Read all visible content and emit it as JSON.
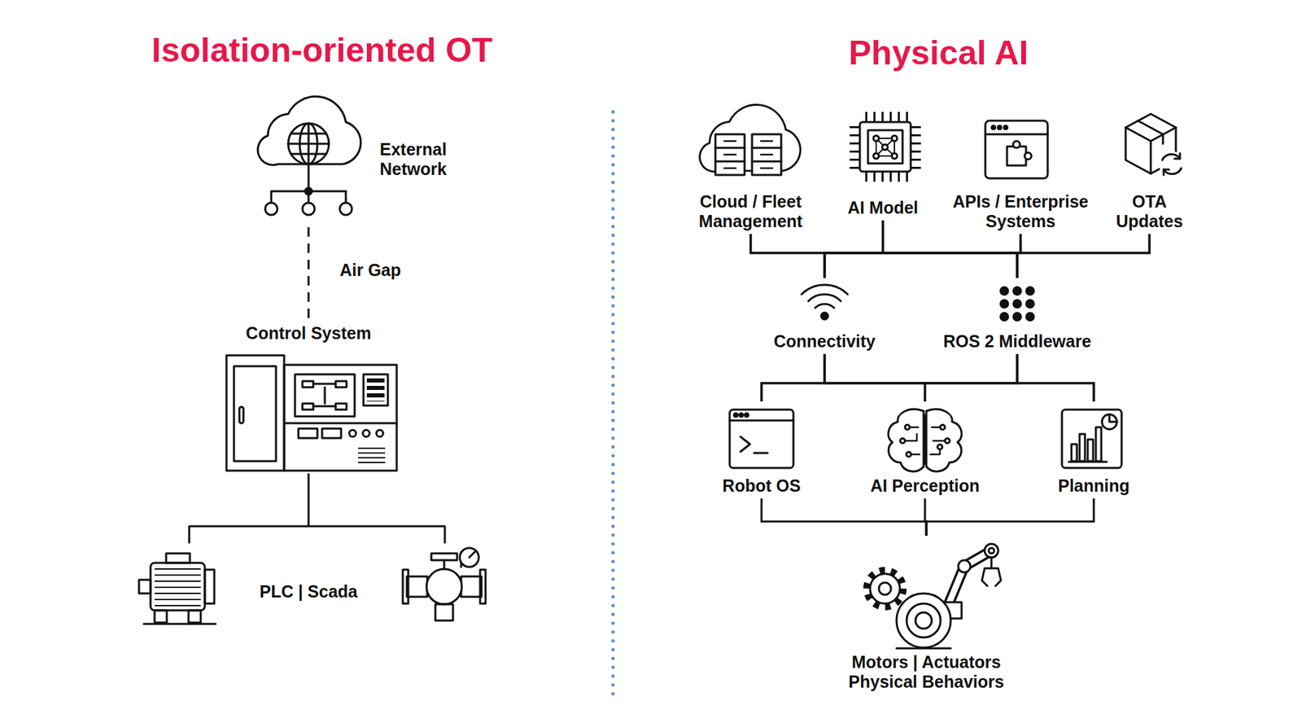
{
  "diagram": {
    "nodes": [
      {
        "text": [
          "External Network"
        ]
      },
      {
        "text": [
          "Control System"
        ]
      },
      {
        "text": [
          "PLC | Scada"
        ]
      },
      {
        "text": [
          "Cloud / Fleet Management"
        ]
      },
      {
        "text": [
          "AI Model"
        ]
      },
      {
        "text": [
          "APIs / Enterprise Systems"
        ]
      },
      {
        "text": [
          "OTA Updates"
        ]
      },
      {
        "text": [
          "Connectivity"
        ]
      },
      {
        "text": [
          "ROS 2 Middleware"
        ]
      },
      {
        "text": [
          "Robot OS"
        ]
      },
      {
        "text": [
          "AI Perception"
        ]
      },
      {
        "text": [
          "Planning"
        ]
      },
      {
        "text": [
          "Motors | Actuators Physical Behaviors"
        ]
      }
    ],
    "edges": [
      {
        "from": 0,
        "to": 1,
        "arrow": "none",
        "label": "Air Gap"
      },
      {
        "from": 1,
        "to": 2,
        "arrow": "none"
      },
      {
        "from": 3,
        "to": 7,
        "arrow": "none"
      },
      {
        "from": 3,
        "to": 8,
        "arrow": "none"
      },
      {
        "from": 4,
        "to": 7,
        "arrow": "none"
      },
      {
        "from": 4,
        "to": 8,
        "arrow": "none"
      },
      {
        "from": 5,
        "to": 7,
        "arrow": "none"
      },
      {
        "from": 5,
        "to": 8,
        "arrow": "none"
      },
      {
        "from": 6,
        "to": 7,
        "arrow": "none"
      },
      {
        "from": 6,
        "to": 8,
        "arrow": "none"
      },
      {
        "from": 7,
        "to": 9,
        "arrow": "none"
      },
      {
        "from": 7,
        "to": 10,
        "arrow": "none"
      },
      {
        "from": 7,
        "to": 11,
        "arrow": "none"
      },
      {
        "from": 8,
        "to": 9,
        "arrow": "none"
      },
      {
        "from": 8,
        "to": 10,
        "arrow": "none"
      },
      {
        "from": 8,
        "to": 11,
        "arrow": "none"
      },
      {
        "from": 9,
        "to": 12,
        "arrow": "none"
      },
      {
        "from": 10,
        "to": 12,
        "arrow": "none"
      },
      {
        "from": 11,
        "to": 12,
        "arrow": "none"
      }
    ],
    "labels": [
      "Isolation-oriented OT",
      "Physical AI"
    ]
  }
}
